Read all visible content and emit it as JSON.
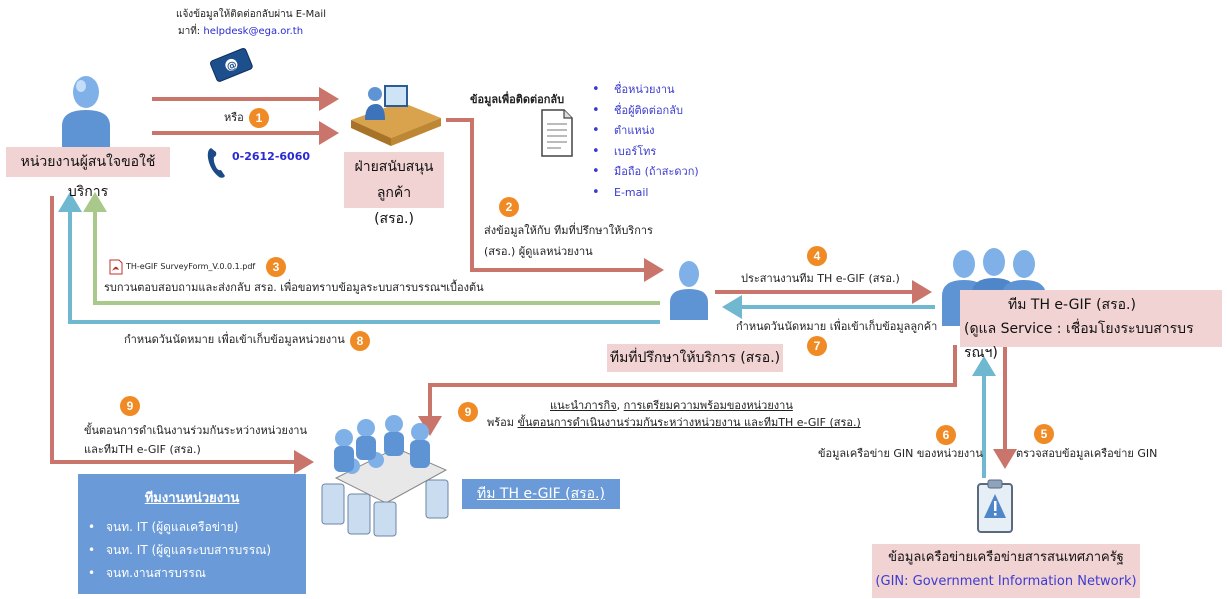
{
  "top_note": {
    "line1": "แจ้งข้อมูลให้ติดต่อกลับผ่าน E-Mail",
    "line2_prefix": "มาที่: ",
    "email": "helpdesk@ega.or.th"
  },
  "or_label": "หรือ",
  "phone": "0-2612-6060",
  "agency_label": "หน่วยงานผู้สนใจขอใช้บริการ",
  "cs_label_1": "ฝ่ายสนับสนุนลูกค้า",
  "cs_label_2": "(สรอ.)",
  "contact_info": {
    "title": "ข้อมูลเพื่อติดต่อกลับ",
    "items": [
      "ชื่อหน่วยงาน",
      "ชื่อผู้ติดต่อกลับ",
      "ตำแหน่ง",
      "เบอร์โทร",
      "มือถือ (ถ้าสะดวก)",
      "E-mail"
    ]
  },
  "step_numbers": {
    "s1": "1",
    "s2": "2",
    "s3": "3",
    "s4": "4",
    "s5": "5",
    "s6": "6",
    "s7": "7",
    "s8": "8",
    "s9a": "9",
    "s9b": "9"
  },
  "step2": {
    "line1": "ส่งข้อมูลให้กับ ทีมที่ปรึกษาให้บริการ",
    "line2": "(สรอ.) ผู้ดูแลหน่วยงาน"
  },
  "pdf_name": "TH-eGIF SurveyForm_V.0.0.1.pdf",
  "step3_text": "รบกวนตอบสอบถามและส่งกลับ สรอ. เพื่อขอทราบข้อมูลระบบสารบรรณฯเบื้องต้น",
  "step4_text": "ประสานงานทีม TH e-GIF (สรอ.)",
  "step7_text": "กำหนดวันนัดหมาย เพื่อเข้าเก็บข้อมูลลูกค้า",
  "step8_text": "กำหนดวันนัดหมาย เพื่อเข้าเก็บข้อมูลหน่วยงาน",
  "consultant_label": "ทีมที่ปรึกษาให้บริการ (สรอ.)",
  "egif_team": {
    "line1": "ทีม TH e-GIF (สรอ.)",
    "line2": "(ดูแล Service : เชื่อมโยงระบบสารบรรณฯ)"
  },
  "step9_right": {
    "line1a": "แนะนำภารกิจ",
    "line1sep": ", ",
    "line1b": "การเตรียมความพร้อมของหน่วยงาน",
    "line2a": "พร้อม ",
    "line2b": "ขั้นตอนการดำเนินงานร่วมกันระหว่างหน่วยงาน และทีมTH e-GIF (สรอ.)"
  },
  "step9_left": {
    "line1": "ขั้นตอนการดำเนินงานร่วมกันระหว่างหน่วยงาน",
    "line2": "และทีมTH e-GIF (สรอ.)"
  },
  "step6_text": "ข้อมูลเครือข่าย GIN ของหน่วยงาน",
  "step5_text": "ตรวจสอบข้อมูลเครือข่าย GIN",
  "gin": {
    "line1": "ข้อมูลเครือข่ายเครือข่ายสารสนเทศภาครัฐ",
    "line2": "(GIN: Government Information Network)"
  },
  "agency_team": {
    "title": "ทีมงานหน่วยงาน",
    "items": [
      "จนท. IT (ผู้ดูแลเครือข่าย)",
      "จนท. IT (ผู้ดูแลระบบสารบรรณ)",
      "จนท.งานสารบรรณ"
    ]
  },
  "meeting_label": "ทีม TH e-GIF (สรอ.)",
  "colors": {
    "red_arrow": "#c9756c",
    "blue_arrow": "#6fb8cf",
    "green_arrow": "#a9c98a",
    "badge": "#f08a24",
    "pink_box": "#f2d3d3",
    "blue_box": "#6a9bd8"
  }
}
